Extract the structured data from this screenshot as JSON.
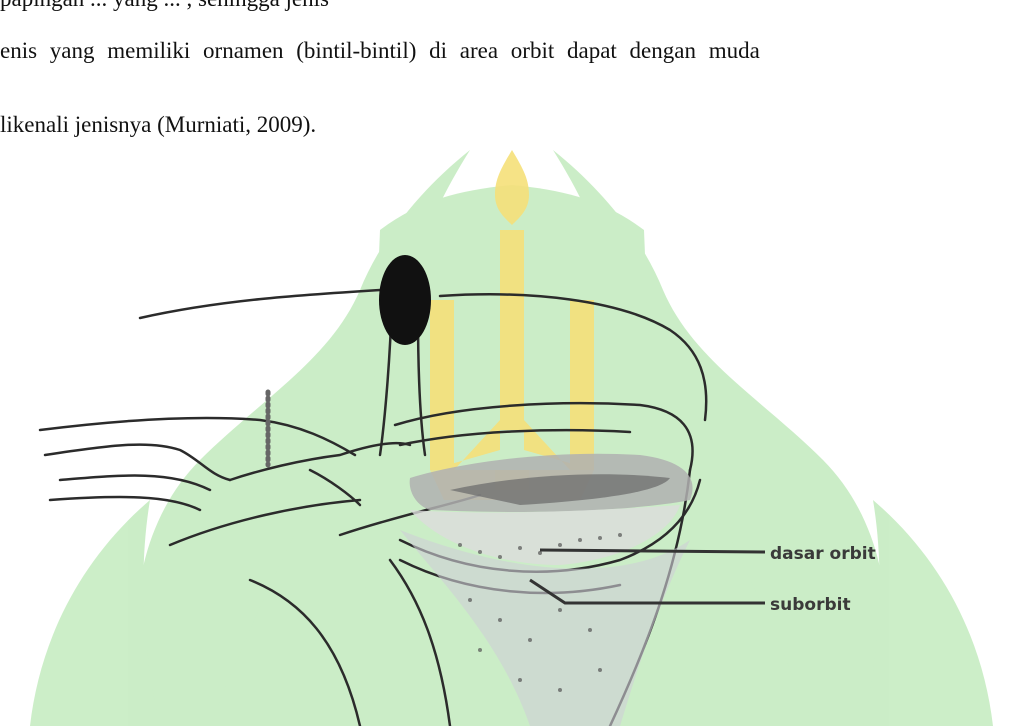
{
  "document": {
    "lines": [
      "papingan ... yang ... , sehingga jenis",
      "enis yang memiliki ornamen (bintil-bintil) di area orbit dapat dengan muda",
      "likenali jenisnya (Murniati, 2009)."
    ]
  },
  "figure": {
    "labels": {
      "dasar_orbit": "dasar orbit",
      "suborbit": "suborbit"
    }
  },
  "colors": {
    "watermark_green": "#c7ecc3",
    "watermark_yellow": "#f5df6b",
    "ink": "#2b2b2b"
  }
}
